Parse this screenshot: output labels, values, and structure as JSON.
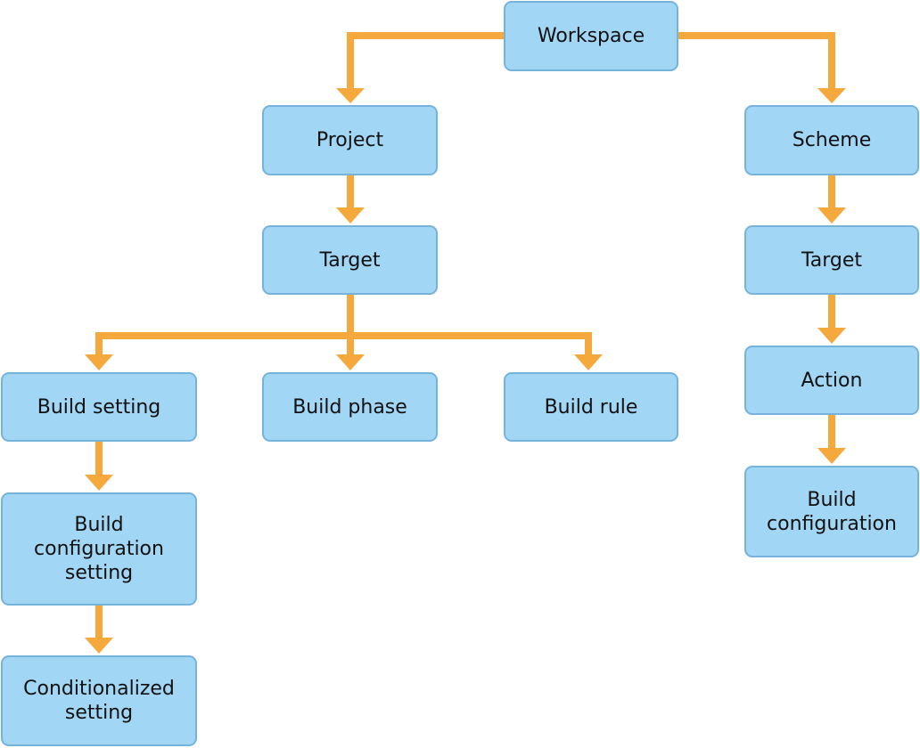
{
  "diagram": {
    "accent_color": "#f5a83c",
    "node_fill": "#a2d6f5",
    "node_border": "#76b3db",
    "nodes": {
      "workspace": "Workspace",
      "project": "Project",
      "scheme": "Scheme",
      "project_target": "Target",
      "scheme_target": "Target",
      "build_setting": "Build setting",
      "build_phase": "Build phase",
      "build_rule": "Build rule",
      "action": "Action",
      "build_configuration_setting": "Build\nconfiguration\nsetting",
      "build_configuration": "Build\nconfiguration",
      "conditionalized_setting": "Conditionalized\nsetting"
    }
  }
}
